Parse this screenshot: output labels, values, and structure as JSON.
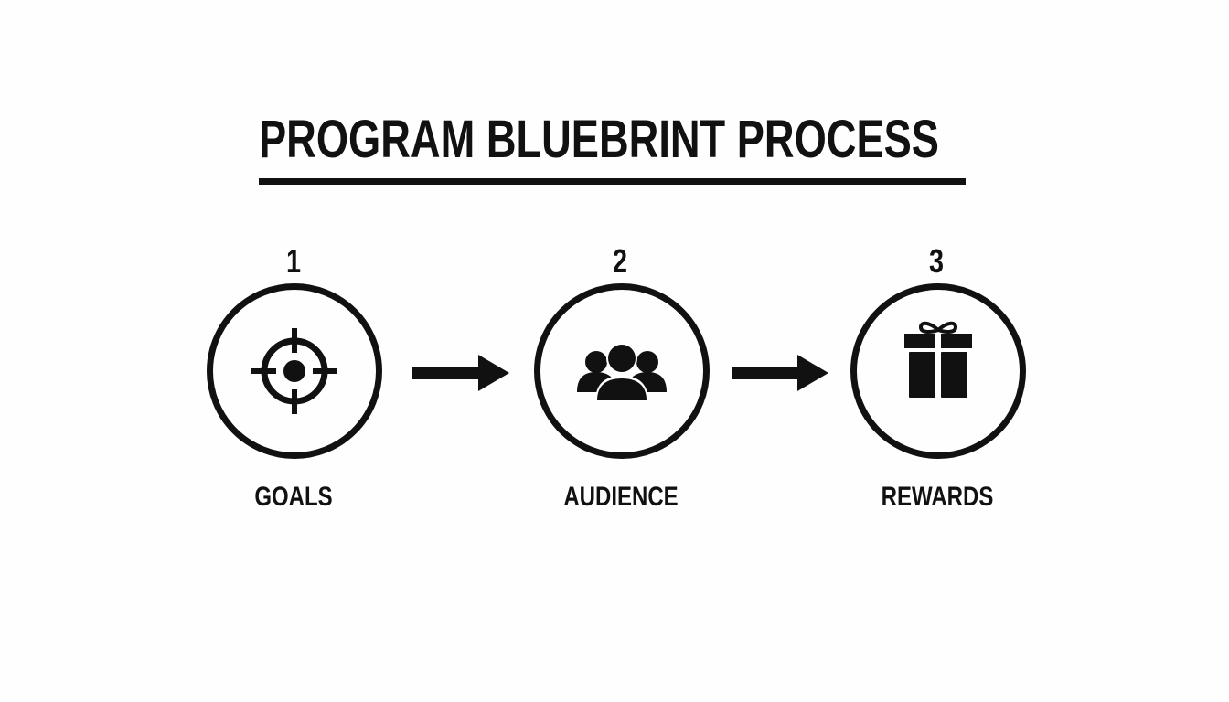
{
  "title": "PROGRAM BLUEBRINT PROCESS",
  "colors": {
    "background": "#fefefe",
    "ink": "#111111"
  },
  "steps": [
    {
      "number": "1",
      "label": "GOALS",
      "icon": "target-crosshair-icon"
    },
    {
      "number": "2",
      "label": "AUDIENCE",
      "icon": "people-group-icon"
    },
    {
      "number": "3",
      "label": "REWARDS",
      "icon": "gift-box-icon"
    }
  ],
  "connectors": [
    {
      "from": "1",
      "to": "2",
      "icon": "arrow-right-icon"
    },
    {
      "from": "2",
      "to": "3",
      "icon": "arrow-right-icon"
    }
  ]
}
